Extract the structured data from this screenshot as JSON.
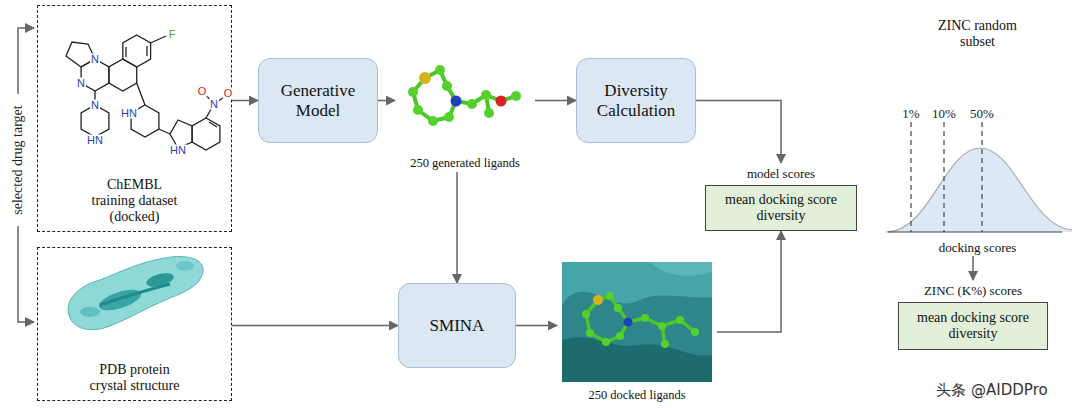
{
  "diagram": {
    "nodes": [
      {
        "text": [
          "ChEMBL training dataset (docked)"
        ]
      },
      {
        "text": [
          "PDB protein crystal structure"
        ]
      },
      {
        "text": [
          "Generative Model"
        ]
      },
      {
        "text": [
          "250 generated ligands"
        ]
      },
      {
        "text": [
          "Diversity Calculation"
        ]
      },
      {
        "text": [
          "SMINA"
        ]
      },
      {
        "text": [
          "250 docked ligands"
        ]
      },
      {
        "text": [
          "model scores",
          "mean docking score diversity"
        ]
      },
      {
        "text": [
          "ZINC random subset",
          "docking scores"
        ]
      },
      {
        "text": [
          "ZINC (K%) scores",
          "mean docking score diversity"
        ]
      }
    ],
    "edges": [
      {
        "from": 0,
        "to": 2,
        "arrow": "to"
      },
      {
        "from": 2,
        "to": 3,
        "arrow": "to"
      },
      {
        "from": 3,
        "to": 4,
        "arrow": "to"
      },
      {
        "from": 3,
        "to": 5,
        "arrow": "to"
      },
      {
        "from": 1,
        "to": 5,
        "arrow": "to"
      },
      {
        "from": 5,
        "to": 6,
        "arrow": "to"
      },
      {
        "from": 4,
        "to": 7,
        "arrow": "to"
      },
      {
        "from": 6,
        "to": 7,
        "arrow": "to"
      },
      {
        "from": 8,
        "to": 9,
        "arrow": "to"
      }
    ],
    "labels": [
      "selected drug target",
      "F",
      "N",
      "N",
      "N",
      "HN",
      "HN",
      "HN",
      "N",
      "O",
      "O",
      "1%",
      "10%",
      "50%",
      "头条 @AIDDPro"
    ]
  }
}
